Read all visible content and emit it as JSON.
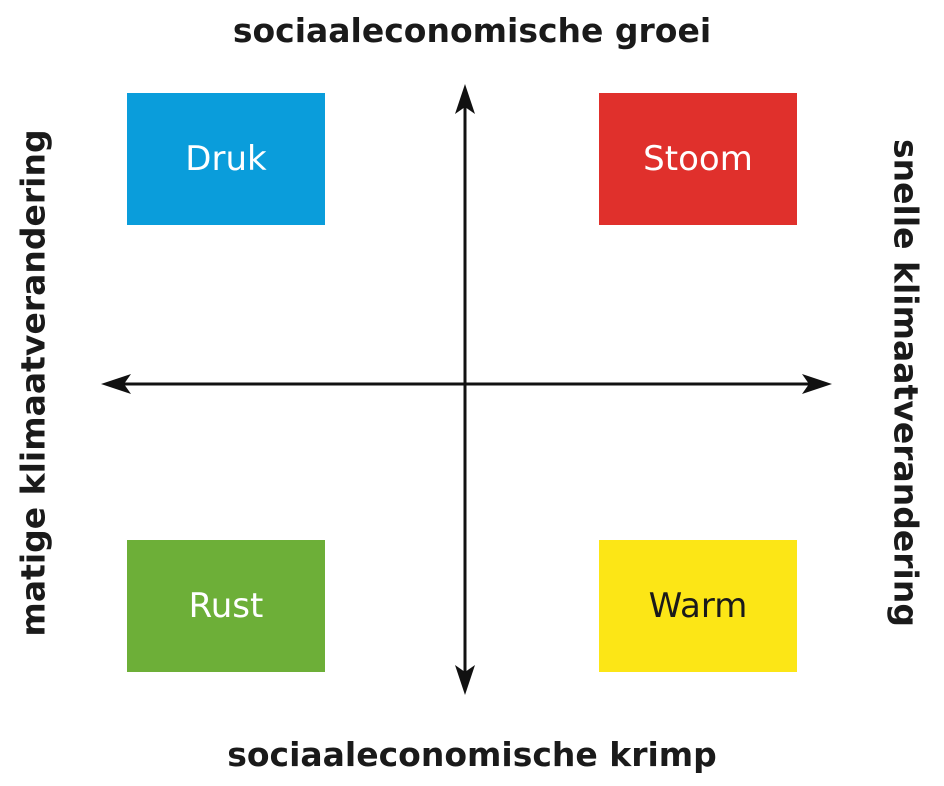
{
  "axes": {
    "top_label": "sociaaleconomische groei",
    "bottom_label": "sociaaleconomische krimp",
    "left_label": "matige klimaatverandering",
    "right_label": "snelle klimaatverandering"
  },
  "quadrants": {
    "top_left": {
      "label": "Druk",
      "color": "#0a9ddb",
      "text_color": "#ffffff"
    },
    "top_right": {
      "label": "Stoom",
      "color": "#e0302c",
      "text_color": "#ffffff"
    },
    "bottom_left": {
      "label": "Rust",
      "color": "#6daf38",
      "text_color": "#ffffff"
    },
    "bottom_right": {
      "label": "Warm",
      "color": "#fce616",
      "text_color": "#1a1a1a"
    }
  },
  "colors": {
    "axis_line": "#111111",
    "label_text": "#1a1a1a"
  }
}
